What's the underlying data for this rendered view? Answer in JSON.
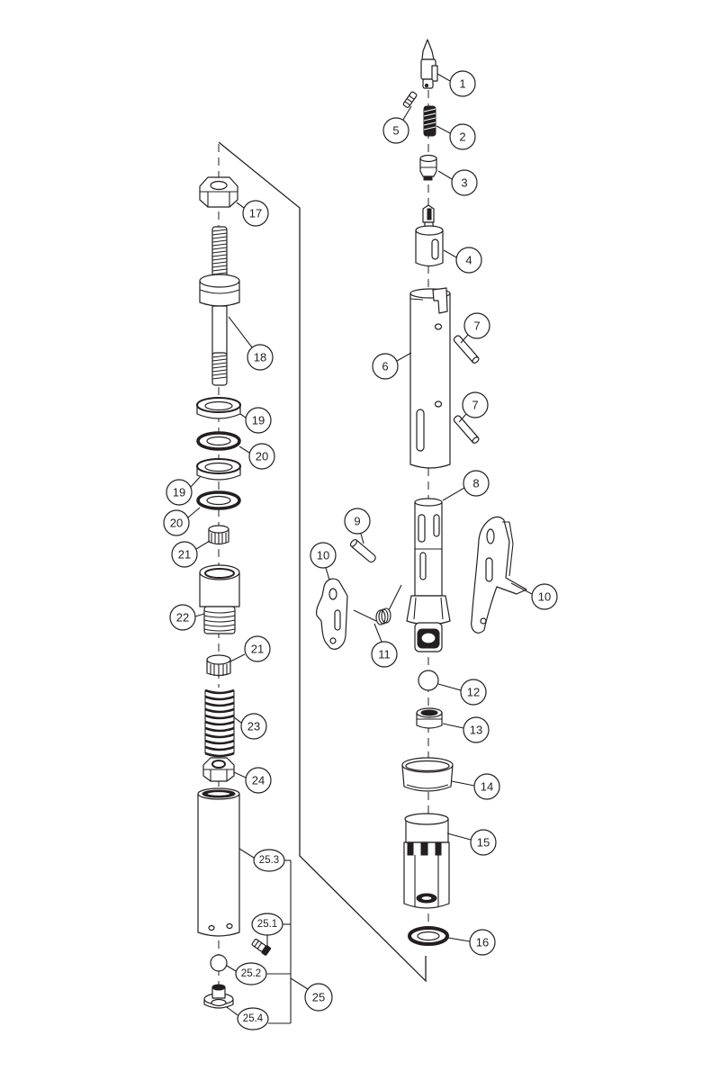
{
  "colors": {
    "line": "#231f20",
    "background": "#ffffff"
  },
  "callouts": [
    {
      "label": "1"
    },
    {
      "label": "2"
    },
    {
      "label": "5"
    },
    {
      "label": "3"
    },
    {
      "label": "4"
    },
    {
      "label": "6"
    },
    {
      "label": "7"
    },
    {
      "label": "7"
    },
    {
      "label": "8"
    },
    {
      "label": "9"
    },
    {
      "label": "10"
    },
    {
      "label": "10"
    },
    {
      "label": "11"
    },
    {
      "label": "12"
    },
    {
      "label": "13"
    },
    {
      "label": "14"
    },
    {
      "label": "15"
    },
    {
      "label": "16"
    },
    {
      "label": "17"
    },
    {
      "label": "18"
    },
    {
      "label": "19"
    },
    {
      "label": "20"
    },
    {
      "label": "19"
    },
    {
      "label": "20"
    },
    {
      "label": "21"
    },
    {
      "label": "22"
    },
    {
      "label": "21"
    },
    {
      "label": "23"
    },
    {
      "label": "24"
    },
    {
      "label": "25.3"
    },
    {
      "label": "25.1"
    },
    {
      "label": "25.2"
    },
    {
      "label": "25"
    },
    {
      "label": "25.4"
    }
  ]
}
